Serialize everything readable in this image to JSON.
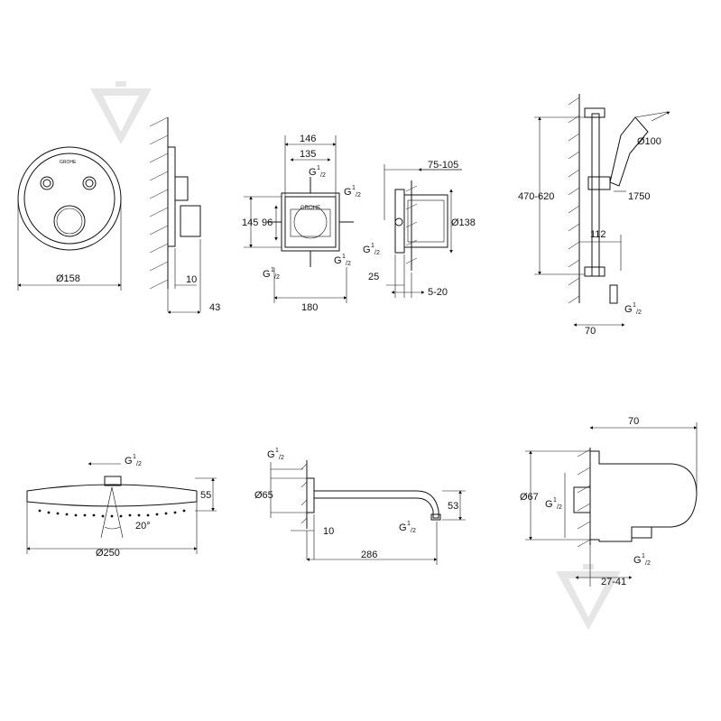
{
  "labels": {
    "d158": "Ø158",
    "d10": "10",
    "d43": "43",
    "d146": "146",
    "d135": "135",
    "g_top": "G",
    "g_top_r": "G",
    "d145": "145",
    "d96": "96",
    "g_bl": "G",
    "g_br": "G",
    "d180": "180",
    "d75105": "75-105",
    "d138": "Ø138",
    "g_side": "G",
    "d25": "25",
    "d520": "5-20",
    "d470620": "470-620",
    "d100": "Ø100",
    "d1750": "1750",
    "d112": "112",
    "d70a": "70",
    "g_hose": "G",
    "g_head": "G",
    "d55": "55",
    "d20deg": "20°",
    "d250": "Ø250",
    "g_spout": "G",
    "d65": "Ø65",
    "d10b": "10",
    "d53": "53",
    "d286": "286",
    "g_spout2": "G",
    "d70b": "70",
    "d67": "Ø67",
    "g_elbow": "G",
    "g_elbow2": "G",
    "d2741": "27-41",
    "frac": "1/2",
    "brand": "GROHE"
  }
}
